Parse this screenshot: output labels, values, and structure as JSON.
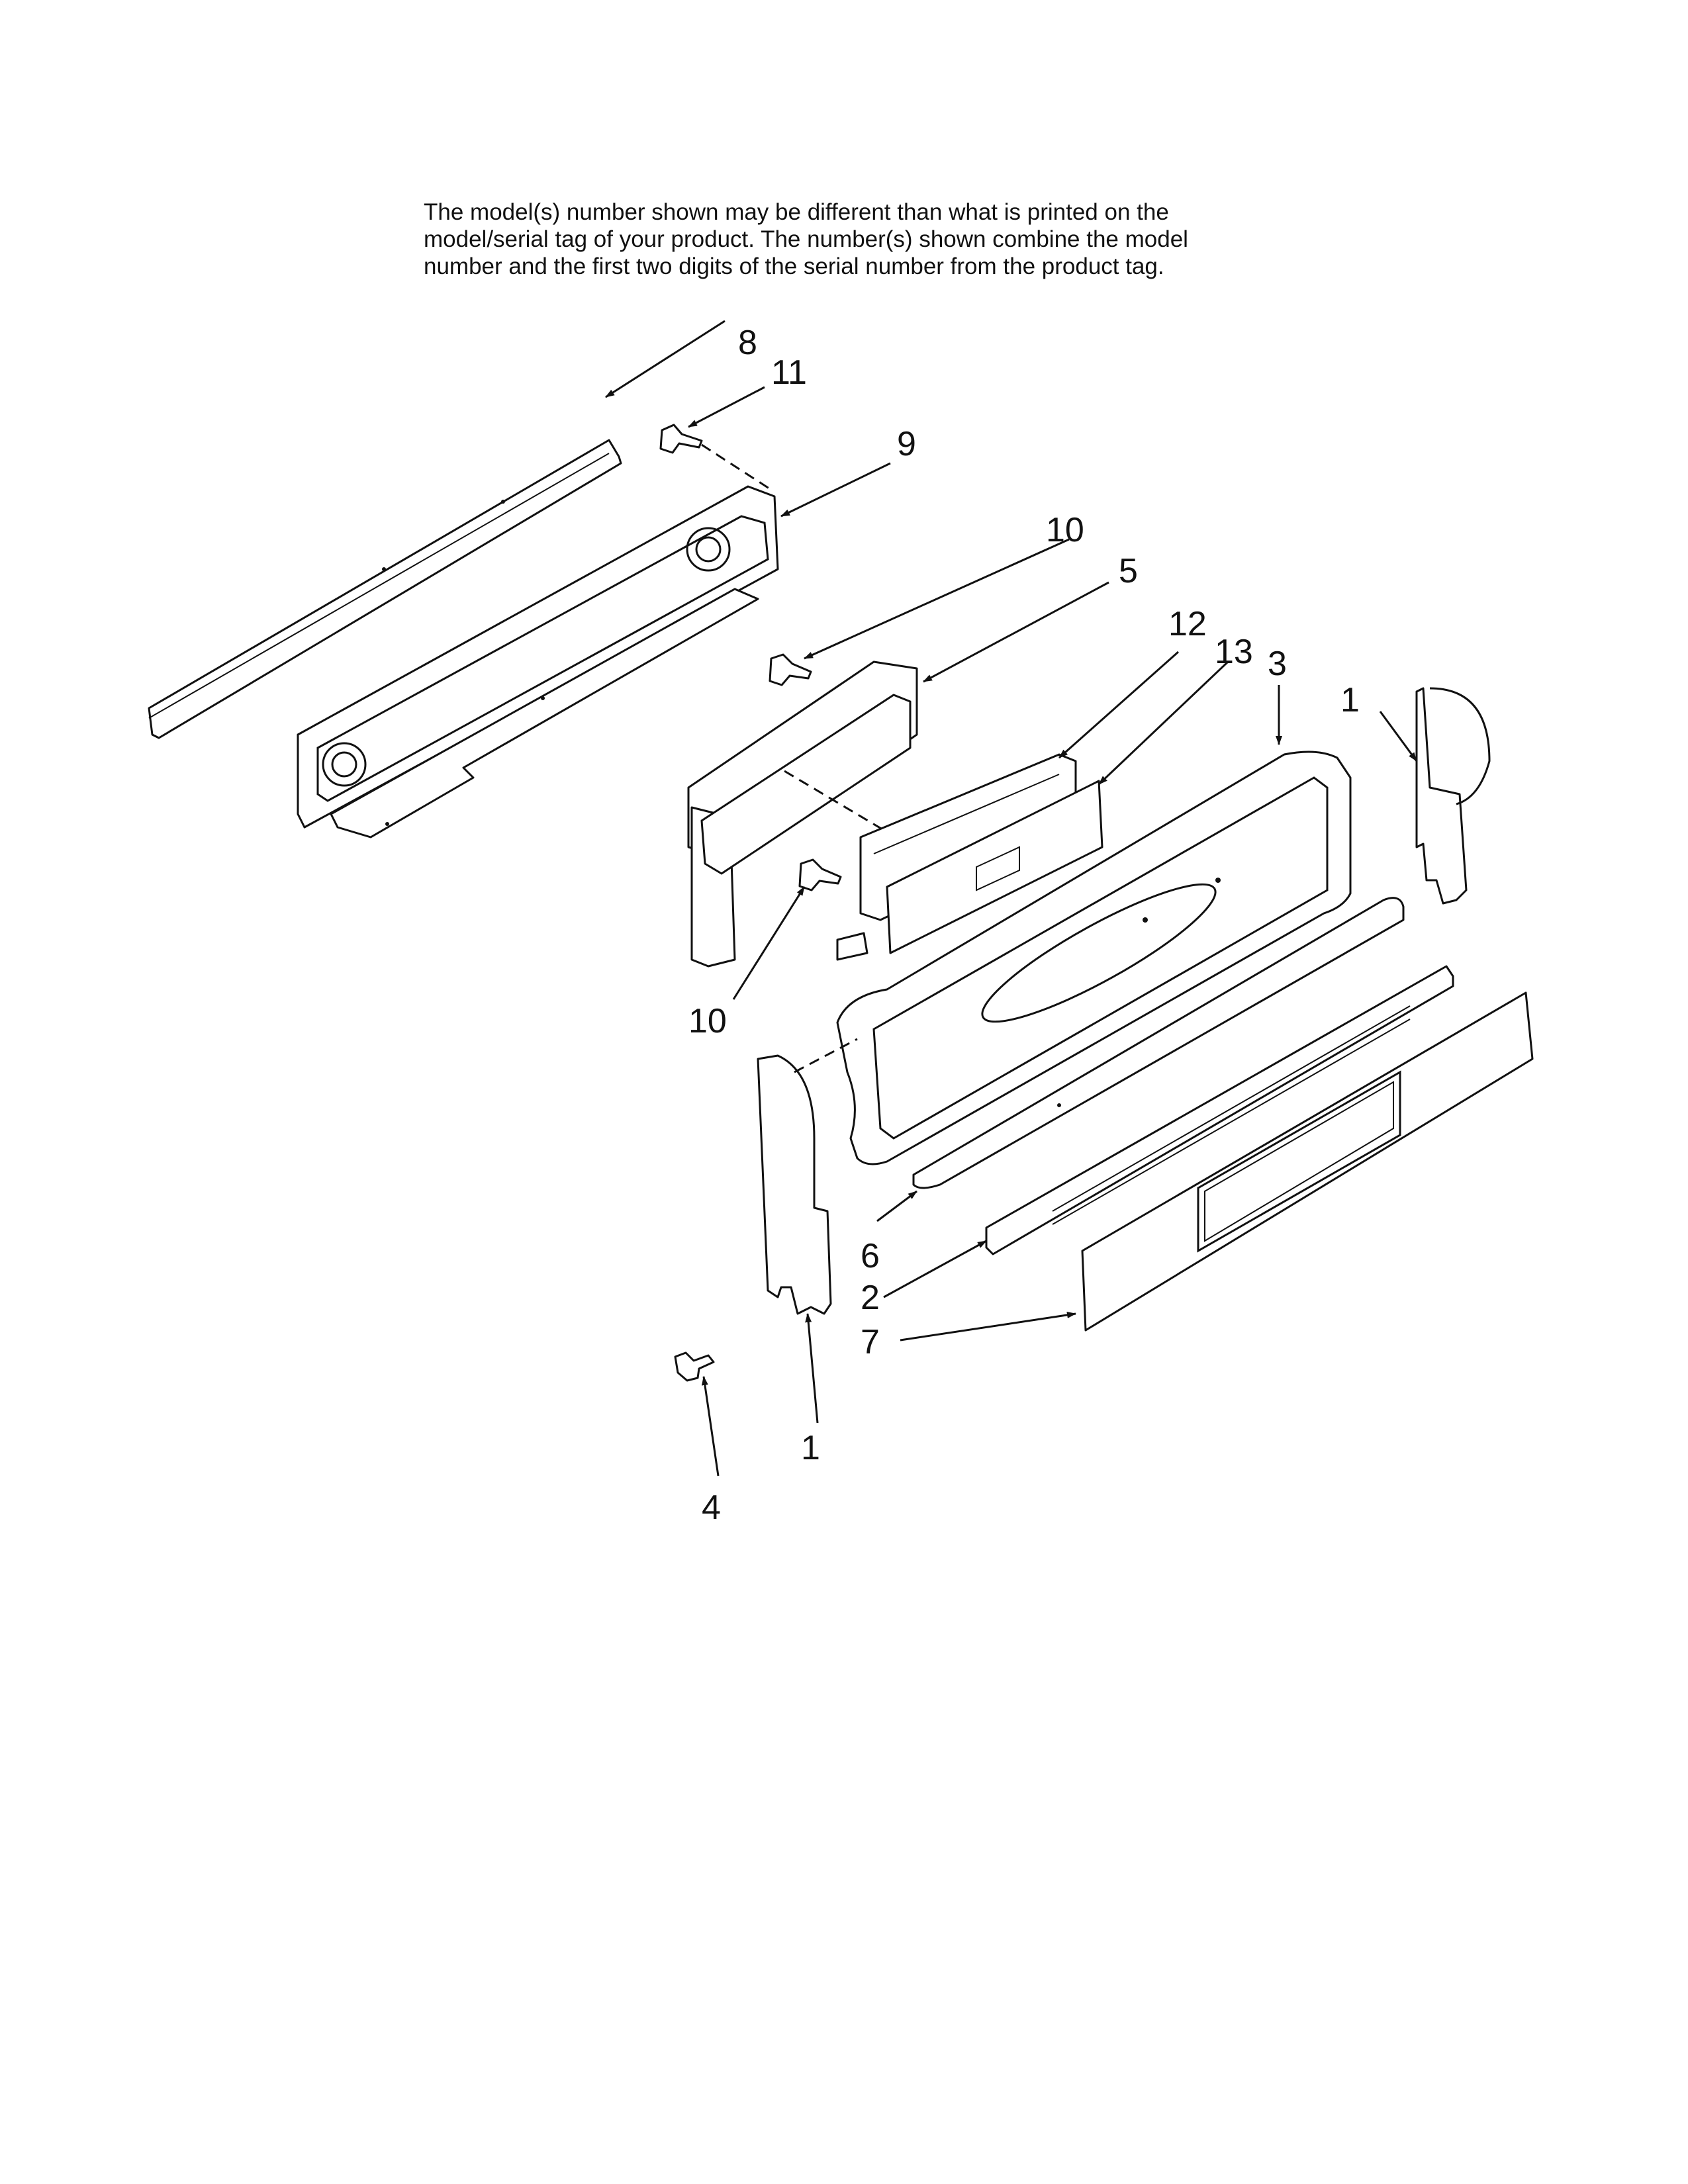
{
  "notice": {
    "lines": [
      "The model(s) number shown may be different than what is printed on the",
      "model/serial tag of your product. The number(s) shown combine the model",
      "number and the first two digits of the serial number from the product tag."
    ]
  },
  "callouts": {
    "c8": "8",
    "c11": "11",
    "c9": "9",
    "c10_top": "10",
    "c5": "5",
    "c12": "12",
    "c13": "13",
    "c3": "3",
    "c1_right": "1",
    "c10_bottom": "10",
    "c6": "6",
    "c2": "2",
    "c7": "7",
    "c1_left": "1",
    "c4": "4"
  }
}
